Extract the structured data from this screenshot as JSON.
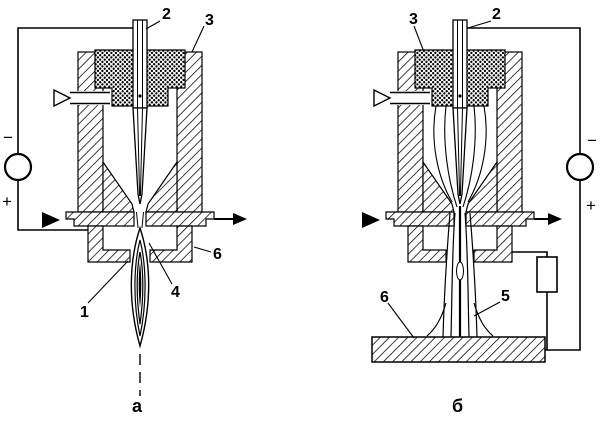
{
  "figure": {
    "background": "#ffffff",
    "ink": "#000000",
    "description_symbols": {
      "power_source": "circle",
      "gas_inlet": "hollow-right-triangle-arrow",
      "flow_in": "solid-right-triangle-arrow",
      "flow_out": "right-arrow",
      "axis": "dashed-vertical-line"
    }
  },
  "diagram_a": {
    "caption": "а",
    "polarity": {
      "minus": "−",
      "plus": "+"
    },
    "labels": {
      "plasma_flame": "1",
      "electrode": "2",
      "housing": "3",
      "nozzle": "4",
      "chamber": "6"
    }
  },
  "diagram_b": {
    "caption": "б",
    "polarity": {
      "minus": "−",
      "plus": "+"
    },
    "labels": {
      "housing": "3",
      "electrode": "2",
      "workpiece": "6",
      "plasma_jet": "5"
    }
  }
}
